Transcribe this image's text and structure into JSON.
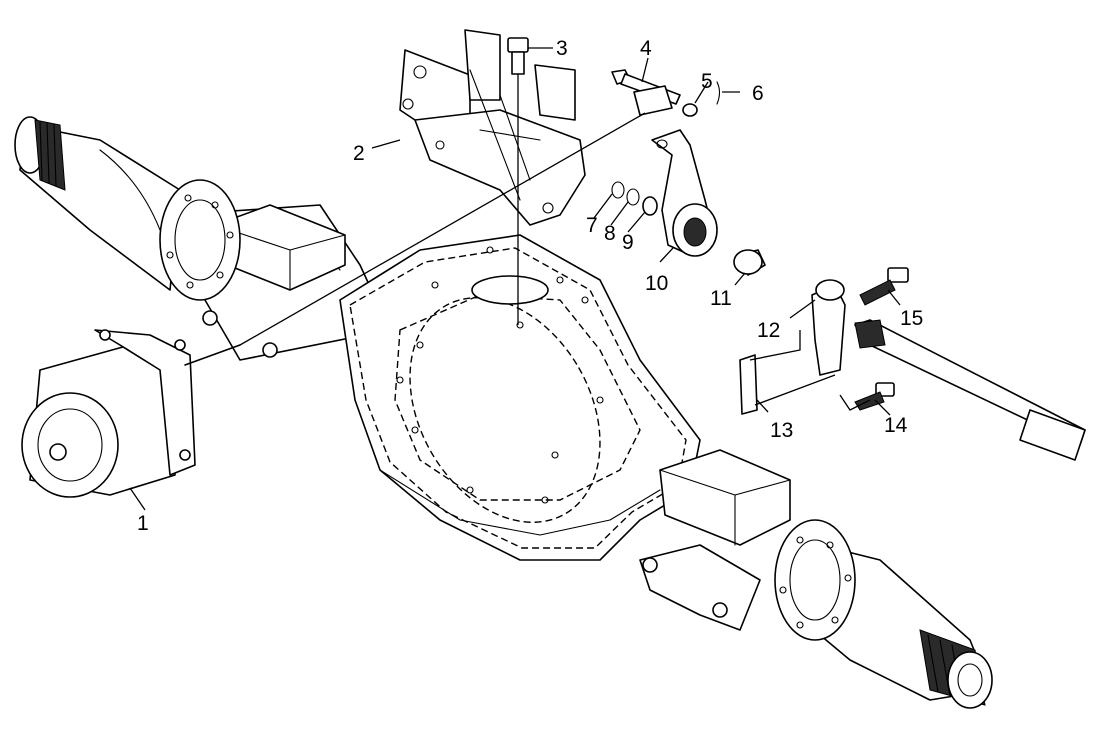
{
  "callouts": [
    {
      "id": "1",
      "part": "brake-chamber"
    },
    {
      "id": "2",
      "part": "chamber-bracket"
    },
    {
      "id": "3",
      "part": "bolt"
    },
    {
      "id": "4",
      "part": "pin"
    },
    {
      "id": "5",
      "part": "washer"
    },
    {
      "id": "6",
      "part": "cotter-pin"
    },
    {
      "id": "7",
      "part": "ring"
    },
    {
      "id": "8",
      "part": "ring"
    },
    {
      "id": "9",
      "part": "ring"
    },
    {
      "id": "10",
      "part": "slack-adjuster"
    },
    {
      "id": "11",
      "part": "bushing"
    },
    {
      "id": "12",
      "part": "camshaft-bracket"
    },
    {
      "id": "13",
      "part": "plate"
    },
    {
      "id": "14",
      "part": "bolt"
    },
    {
      "id": "15",
      "part": "bolt"
    }
  ]
}
